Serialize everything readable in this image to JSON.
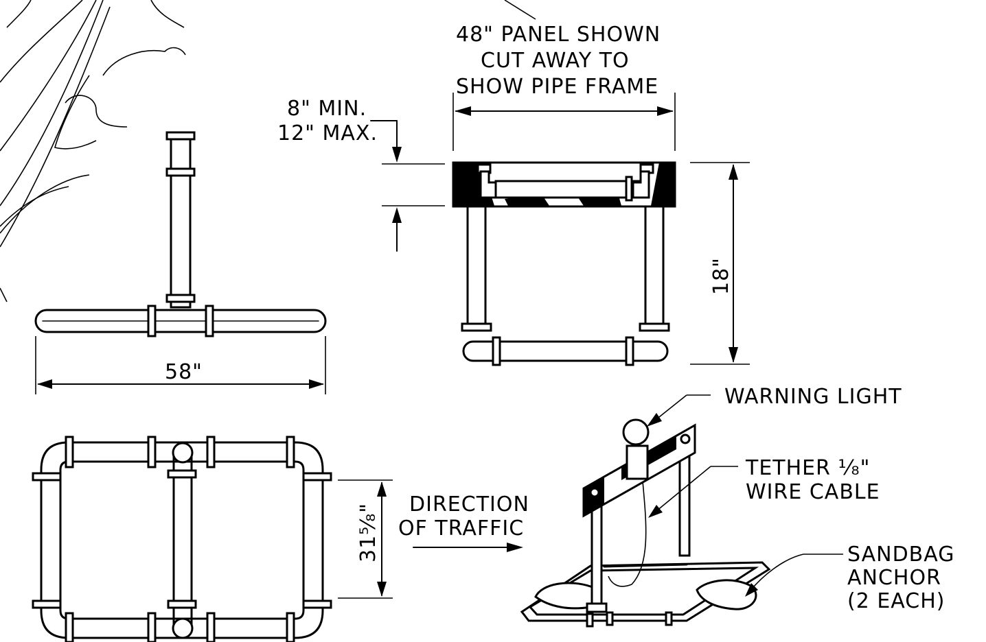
{
  "labels": {
    "panel_note": [
      "48\" PANEL SHOWN",
      "CUT AWAY TO",
      "SHOW PIPE FRAME"
    ],
    "clearance_min": "8\" MIN.",
    "clearance_max": "12\" MAX.",
    "height_dim": "18\"",
    "width_dim": "58\"",
    "depth_dim": "31⁵⁄₈\"",
    "direction": [
      "DIRECTION",
      "OF TRAFFIC"
    ],
    "warning_light": "WARNING LIGHT",
    "tether": [
      "TETHER ¹⁄₈\"",
      "WIRE CABLE"
    ],
    "sandbag": [
      "SANDBAG",
      "ANCHOR",
      "(2 EACH)"
    ]
  }
}
